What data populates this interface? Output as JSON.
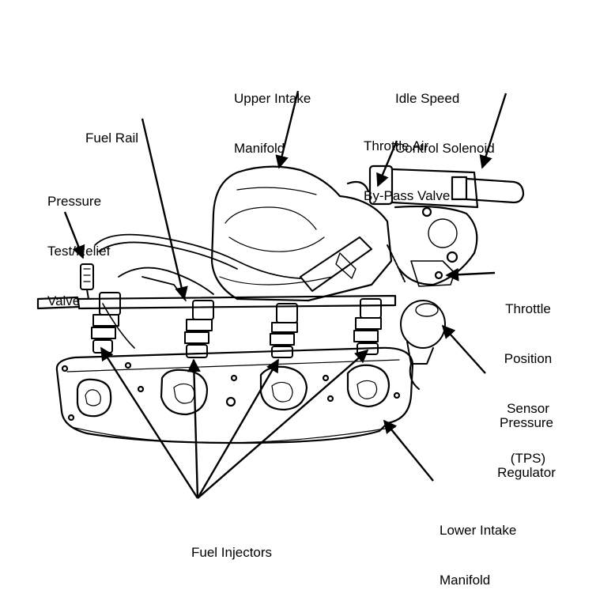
{
  "labels": {
    "upper_intake_manifold": [
      "Upper Intake",
      "Manifold"
    ],
    "idle_speed_control_solenoid": [
      "Idle Speed",
      "Control Solenoid"
    ],
    "fuel_rail": [
      "Fuel Rail"
    ],
    "throttle_air_bypass_valve": [
      "Throttle Air",
      "By-Pass Valve"
    ],
    "pressure_test_relief_valve": [
      "Pressure",
      "Test/Relief",
      "Valve"
    ],
    "throttle_position_sensor": [
      "Throttle",
      "Position",
      "Sensor",
      "(TPS)"
    ],
    "pressure_regulator": [
      "Pressure",
      "Regulator"
    ],
    "lower_intake_manifold": [
      "Lower Intake",
      "Manifold"
    ],
    "fuel_injectors": [
      "Fuel Injectors"
    ]
  }
}
